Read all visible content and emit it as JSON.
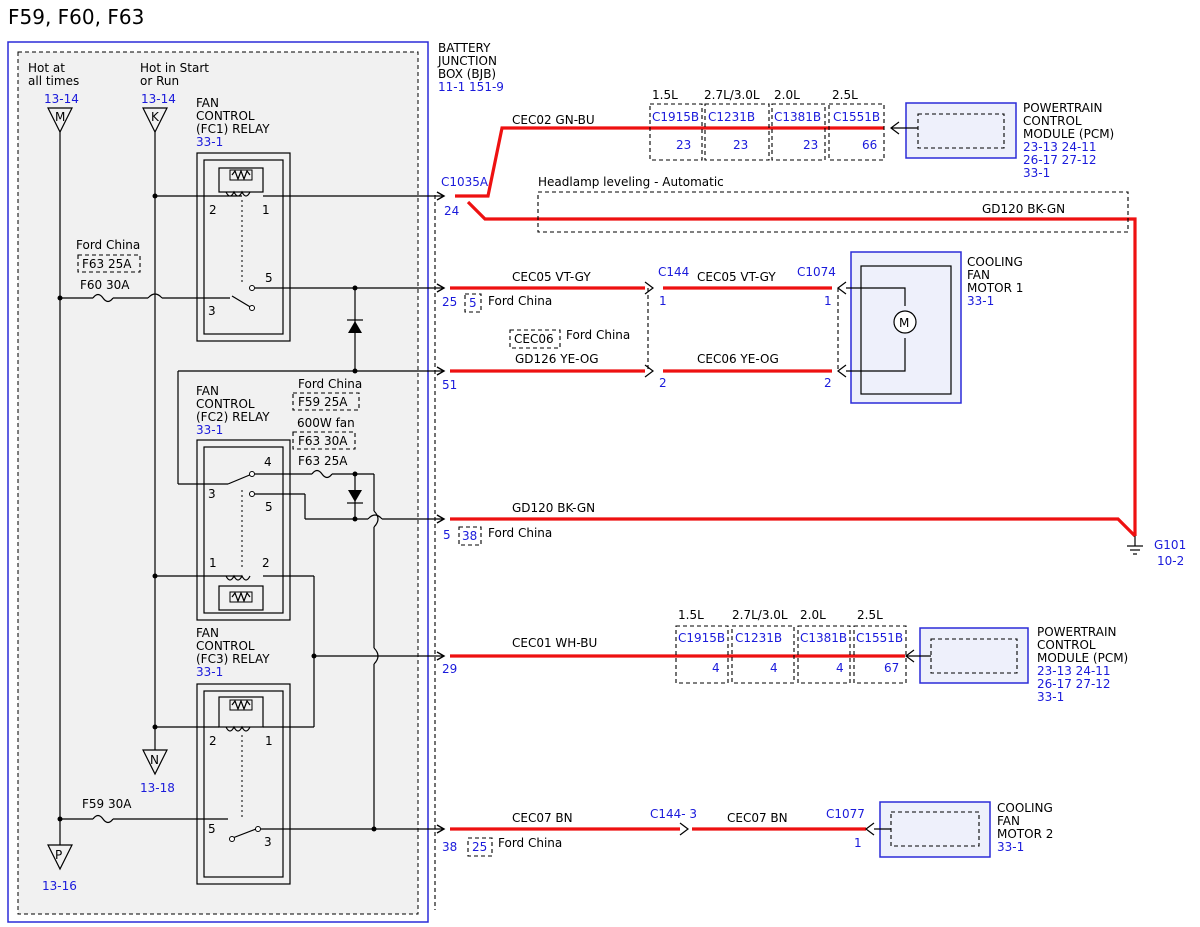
{
  "title": "F59, F60, F63",
  "bjb": {
    "name": [
      "BATTERY",
      "JUNCTION",
      "BOX (BJB)"
    ],
    "refs": "11-1  151-9",
    "hot_all": [
      "Hot at",
      "all times"
    ],
    "hot_all_ref": "13-14",
    "hot_start": [
      "Hot in Start",
      "or Run"
    ],
    "hot_start_ref": "13-14",
    "pin_m": "M",
    "pin_k": "K",
    "pin_n": "N",
    "pin_n_ref": "13-18",
    "pin_p": "P",
    "pin_p_ref": "13-16",
    "fc1": [
      "FAN",
      "CONTROL",
      "(FC1) RELAY"
    ],
    "fc1_ref": "33-1",
    "fc2": [
      "FAN",
      "CONTROL",
      "(FC2) RELAY"
    ],
    "fc2_ref": "33-1",
    "fc3": [
      "FAN",
      "CONTROL",
      "(FC3) RELAY"
    ],
    "fc3_ref": "33-1",
    "ford_china": "Ford China",
    "f63_25a": "F63  25A",
    "f60_30a": "F60  30A",
    "f59_25a": "F59  25A",
    "fan_600w": "600W fan",
    "f63_30a": "F63  30A",
    "f63_25a_b": "F63  25A",
    "f59_30a": "F59  30A",
    "pins": {
      "fc1_2": "2",
      "fc1_1": "1",
      "fc1_5": "5",
      "fc1_3": "3",
      "fc2_4": "4",
      "fc2_3": "3",
      "fc2_5": "5",
      "fc2_1": "1",
      "fc2_2": "2",
      "fc3_2": "2",
      "fc3_1": "1",
      "fc3_5": "5",
      "fc3_3": "3"
    }
  },
  "connectors": {
    "c1035a": "C1035A",
    "p24": "24",
    "p25": "25",
    "p51": "51",
    "p5": "5",
    "p29": "29",
    "p38": "38",
    "box5": "5",
    "box38": "38",
    "box25": "25",
    "cec06": "CEC06",
    "c144": "C144",
    "c1074": "C1074",
    "c144_3": "C144- 3",
    "c1077": "C1077",
    "p1a": "1",
    "p1b": "1",
    "p2a": "2",
    "p2b": "2",
    "p1c": "1"
  },
  "wires": {
    "cec02": "CEC02  GN-BU",
    "headlamp": "Headlamp leveling - Automatic",
    "gd120_top": "GD120  BK-GN",
    "cec05_a": "CEC05  VT-GY",
    "cec05_b": "CEC05  VT-GY",
    "gd126": "GD126  YE-OG",
    "cec06_b": "CEC06  YE-OG",
    "gd120": "GD120  BK-GN",
    "cec01": "CEC01  WH-BU",
    "cec07_a": "CEC07  BN",
    "cec07_b": "CEC07  BN"
  },
  "pcm_top": {
    "engines": [
      "1.5L",
      "2.7L/3.0L",
      "2.0L",
      "2.5L"
    ],
    "conns": [
      "C1915B",
      "C1231B",
      "C1381B",
      "C1551B"
    ],
    "pins": [
      "23",
      "23",
      "23",
      "66"
    ],
    "name": [
      "POWERTRAIN",
      "CONTROL",
      "MODULE (PCM)"
    ],
    "refs": [
      "23-13 24-11",
      "26-17 27-12",
      "33-1"
    ]
  },
  "pcm_bottom": {
    "engines": [
      "1.5L",
      "2.7L/3.0L",
      "2.0L",
      "2.5L"
    ],
    "conns": [
      "C1915B",
      "C1231B",
      "C1381B",
      "C1551B"
    ],
    "pins": [
      "4",
      "4",
      "4",
      "67"
    ],
    "name": [
      "POWERTRAIN",
      "CONTROL",
      "MODULE (PCM)"
    ],
    "refs": [
      "23-13 24-11",
      "26-17 27-12",
      "33-1"
    ]
  },
  "motor1": {
    "name": [
      "COOLING",
      "FAN",
      "MOTOR 1"
    ],
    "ref": "33-1",
    "symbol": "M"
  },
  "motor2": {
    "name": [
      "COOLING",
      "FAN",
      "MOTOR 2"
    ],
    "ref": "33-1"
  },
  "ground": {
    "name": "G101",
    "ref": "10-2"
  }
}
